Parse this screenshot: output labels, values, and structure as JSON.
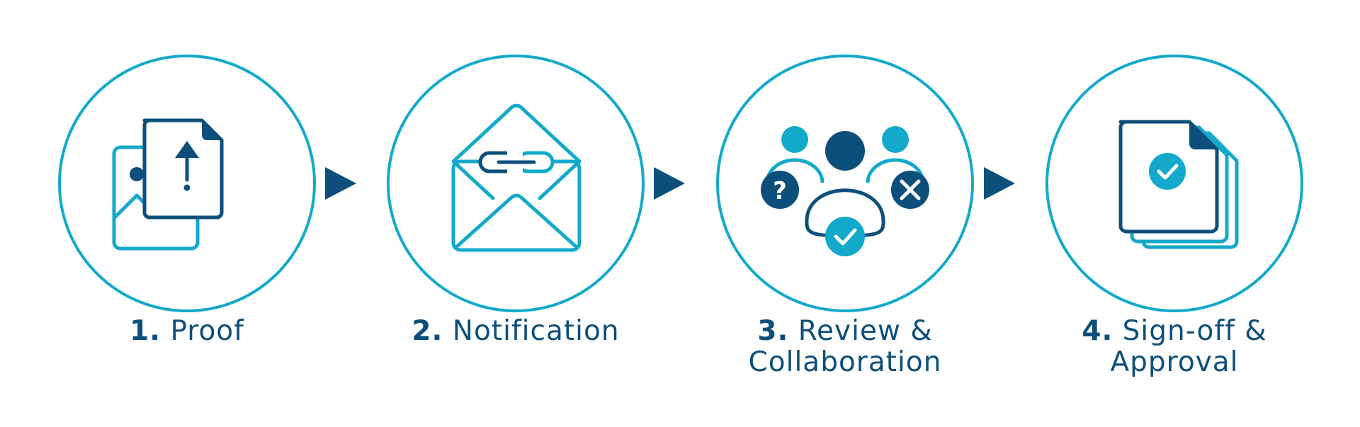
{
  "colors": {
    "light_blue": "#13a9cb",
    "dark_blue": "#0d4f7b",
    "background": "#ffffff"
  },
  "steps": [
    {
      "number": "1.",
      "label_line1": "Proof",
      "label_line2": "",
      "icon": "proof-upload-icon"
    },
    {
      "number": "2.",
      "label_line1": "Notification",
      "label_line2": "",
      "icon": "envelope-link-icon"
    },
    {
      "number": "3.",
      "label_line1": "Review &",
      "label_line2": "Collaboration",
      "icon": "review-people-icon"
    },
    {
      "number": "4.",
      "label_line1": "Sign-off &",
      "label_line2": "Approval",
      "icon": "approved-documents-icon"
    }
  ],
  "arrows": [
    "arrow-right-icon",
    "arrow-right-icon",
    "arrow-right-icon"
  ]
}
